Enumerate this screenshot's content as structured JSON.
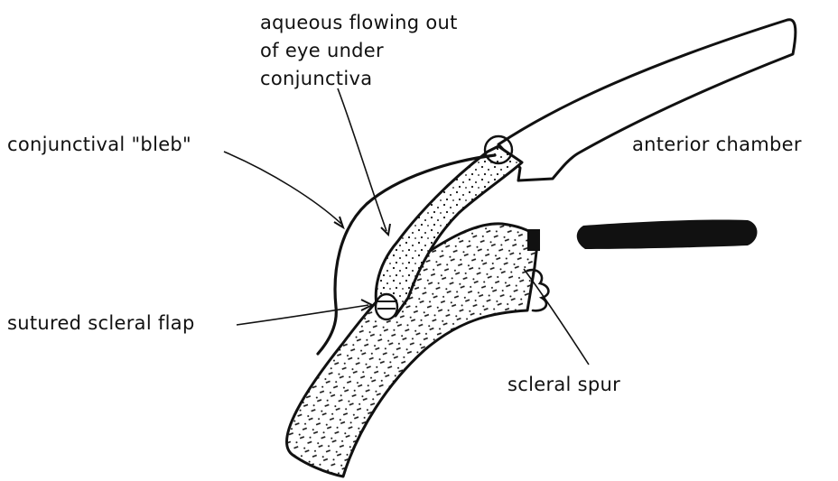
{
  "labels": {
    "aqueous": "aqueous flowing out\nof eye under\nconjunctiva",
    "bleb": "conjunctival \"bleb\"",
    "anterior_chamber": "anterior chamber",
    "sutured_flap": "sutured scleral flap",
    "scleral_spur": "scleral spur"
  },
  "colors": {
    "ink": "#111111",
    "paper": "#ffffff"
  }
}
